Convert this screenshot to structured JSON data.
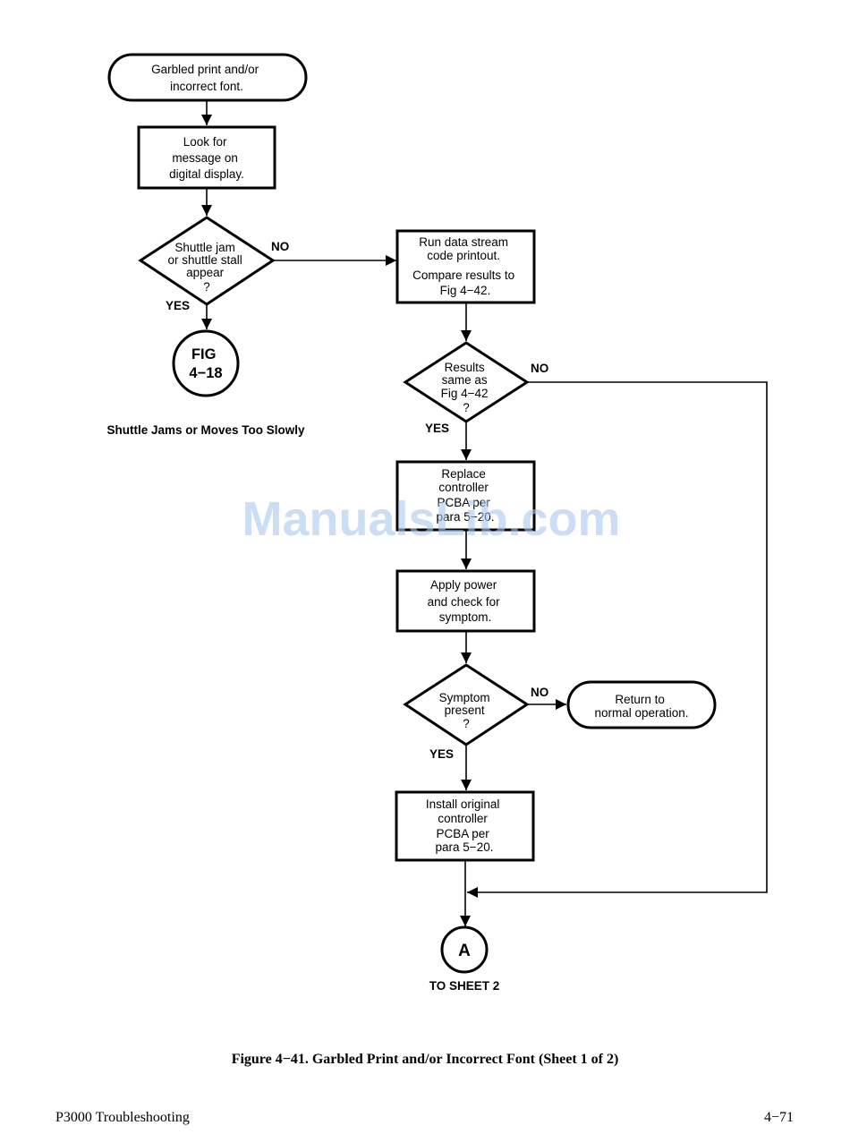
{
  "nodes": {
    "start": {
      "lines": [
        "Garbled print and/or",
        "incorrect font."
      ]
    },
    "look": {
      "lines": [
        "Look for",
        "message on",
        "digital display."
      ]
    },
    "d1": {
      "lines": [
        "Shuttle jam",
        "or shuttle stall",
        "appear",
        "?"
      ]
    },
    "fig418": {
      "lines": [
        "FIG",
        "4−18"
      ]
    },
    "run": {
      "lines": [
        "Run data stream",
        "code printout.",
        "Compare results to",
        "Fig 4−42."
      ]
    },
    "d2": {
      "lines": [
        "Results",
        "same as",
        "Fig 4−42",
        "?"
      ]
    },
    "replace": {
      "lines": [
        "Replace",
        "controller",
        "PCBA per",
        "para 5−20."
      ]
    },
    "apply": {
      "lines": [
        "Apply power",
        "and check for",
        "symptom."
      ]
    },
    "d3": {
      "lines": [
        "Symptom",
        "present",
        "?"
      ]
    },
    "return": {
      "lines": [
        "Return to",
        "normal operation."
      ]
    },
    "install": {
      "lines": [
        "Install original",
        "controller",
        "PCBA per",
        "para 5−20."
      ]
    },
    "connA": {
      "lines": [
        "A"
      ]
    }
  },
  "edge_labels": {
    "d1_no": "NO",
    "d1_yes": "YES",
    "d2_no": "NO",
    "d2_yes": "YES",
    "d3_no": "NO",
    "d3_yes": "YES"
  },
  "notes": {
    "fig418_caption": "Shuttle Jams or Moves Too Slowly",
    "to_sheet": "TO SHEET 2"
  },
  "caption": "Figure 4−41. Garbled Print and/or Incorrect Font (Sheet 1 of 2)",
  "footer": {
    "left": "P3000 Troubleshooting",
    "right": "4−71"
  },
  "watermark": "ManualsLib.com"
}
